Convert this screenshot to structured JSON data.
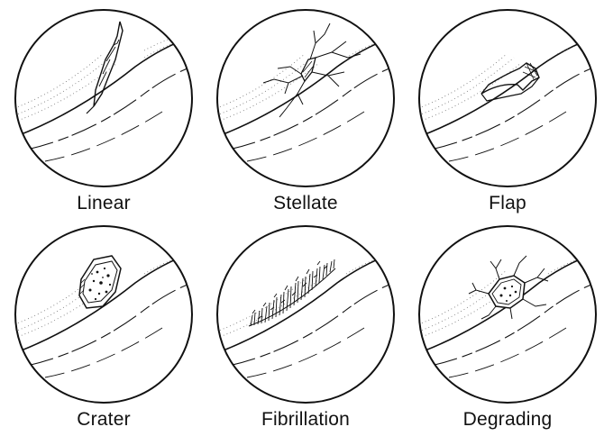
{
  "figure": {
    "panels": [
      {
        "label": "Linear",
        "lesion": "linear-tear-icon"
      },
      {
        "label": "Stellate",
        "lesion": "stellate-tear-icon"
      },
      {
        "label": "Flap",
        "lesion": "flap-tear-icon"
      },
      {
        "label": "Crater",
        "lesion": "crater-defect-icon"
      },
      {
        "label": "Fibrillation",
        "lesion": "fibrillation-icon"
      },
      {
        "label": "Degrading",
        "lesion": "degrading-lesion-icon"
      }
    ]
  },
  "colors": {
    "ink": "#111111",
    "background": "#ffffff"
  }
}
